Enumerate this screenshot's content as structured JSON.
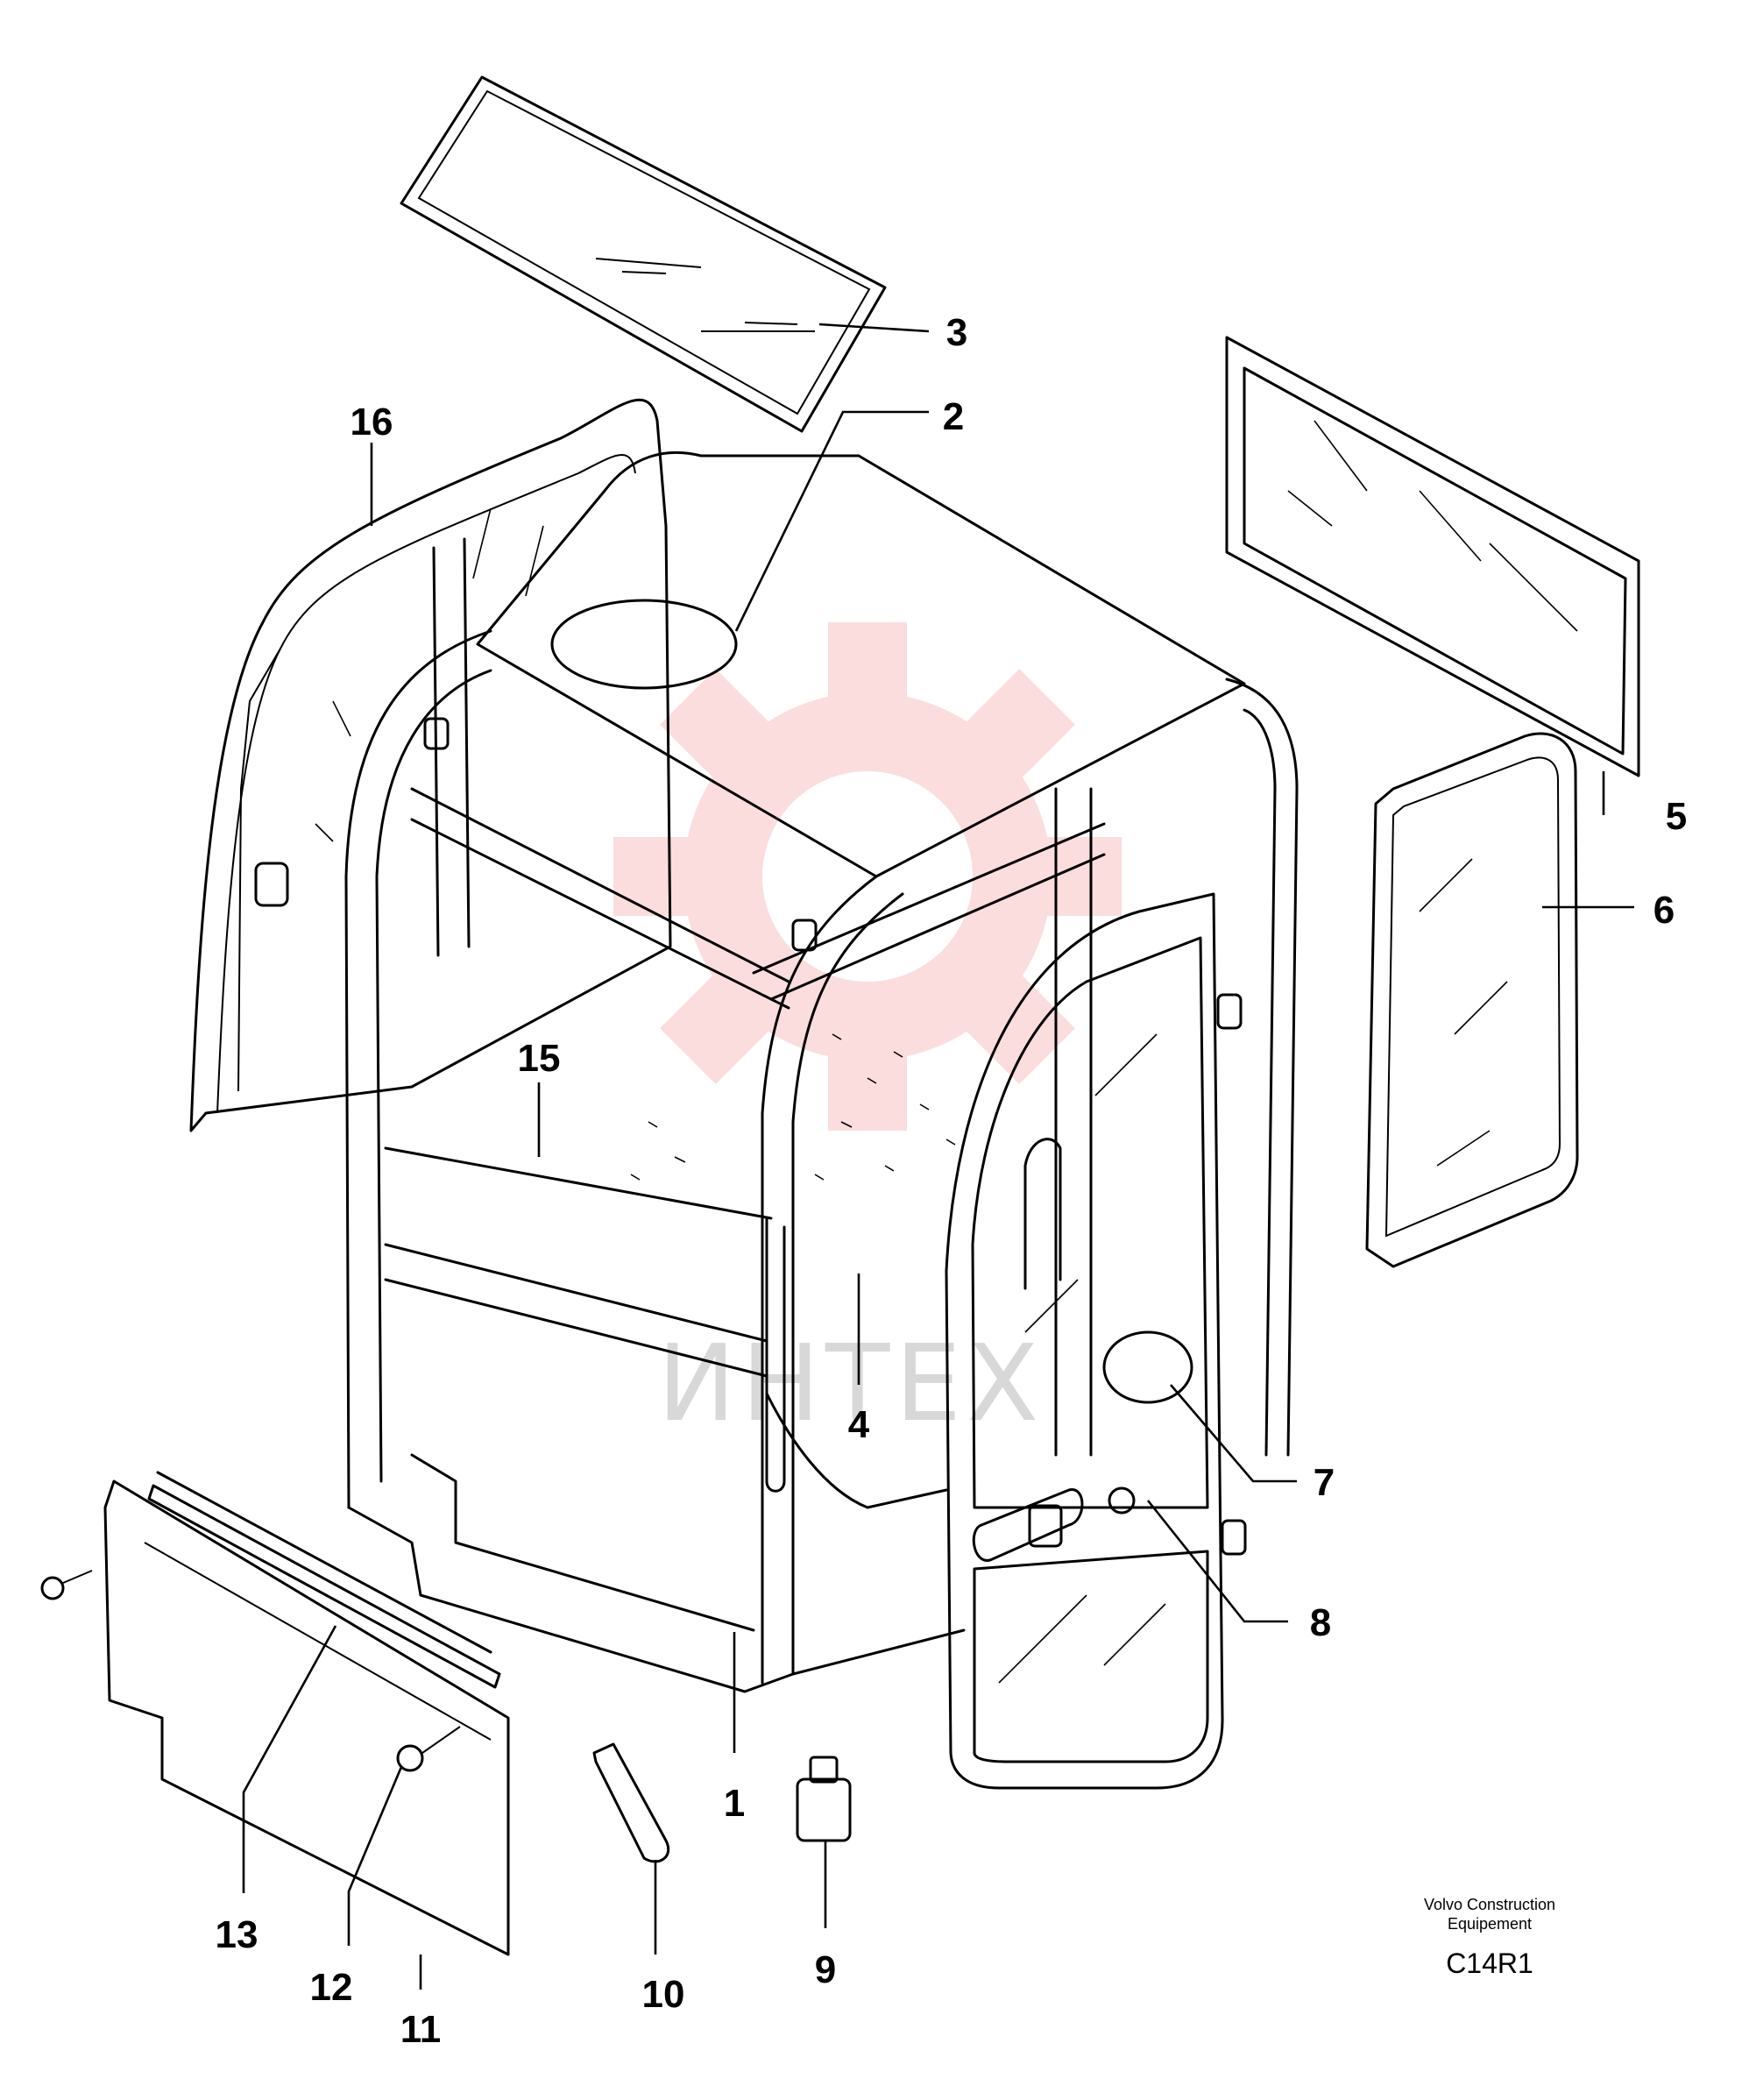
{
  "watermark": {
    "text": "ИНТЕХ",
    "color": "#e8333a"
  },
  "callouts": {
    "p1": "1",
    "p2": "2",
    "p3": "3",
    "p4": "4",
    "p5": "5",
    "p6": "6",
    "p7": "7",
    "p8": "8",
    "p9": "9",
    "p10": "10",
    "p11": "11",
    "p12": "12",
    "p13": "13",
    "p15": "15",
    "p16": "16"
  },
  "footer": {
    "org_line1": "Volvo Construction",
    "org_line2": "Equipement",
    "code": "C14R1"
  }
}
